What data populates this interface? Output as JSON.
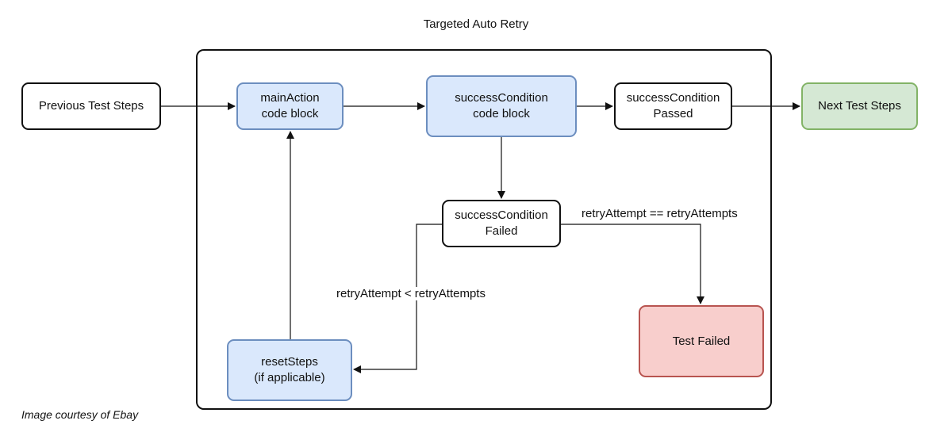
{
  "diagram": {
    "title": "Targeted Auto Retry",
    "nodes": {
      "previous": {
        "lines": [
          "Previous Test Steps"
        ]
      },
      "main_action": {
        "lines": [
          "mainAction",
          "code block"
        ]
      },
      "success_condition": {
        "lines": [
          "successCondition",
          "code block"
        ]
      },
      "passed": {
        "lines": [
          "successCondition",
          "Passed"
        ]
      },
      "next": {
        "lines": [
          "Next Test Steps"
        ]
      },
      "failed": {
        "lines": [
          "successCondition",
          "Failed"
        ]
      },
      "reset": {
        "lines": [
          "resetSteps",
          "(if applicable)"
        ]
      },
      "test_failed": {
        "lines": [
          "Test Failed"
        ]
      }
    },
    "edge_labels": {
      "retry_less": "retryAttempt < retryAttempts",
      "retry_equal": "retryAttempt == retryAttempts"
    },
    "caption": "Image courtesy of  Ebay",
    "colors": {
      "blue_fill": "#dae8fc",
      "blue_stroke": "#6c8ebf",
      "green_fill": "#d5e8d4",
      "green_stroke": "#82b366",
      "red_fill": "#f8cecc",
      "red_stroke": "#b85450"
    }
  }
}
